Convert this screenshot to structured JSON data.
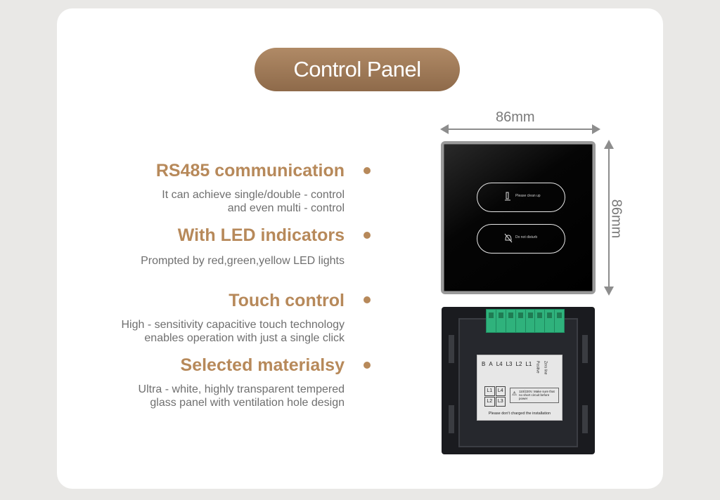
{
  "header": {
    "title": "Control Panel"
  },
  "features": [
    {
      "title": "RS485 communication",
      "desc": [
        "It can achieve single/double - control",
        "and even multi - control"
      ]
    },
    {
      "title": "With LED indicators",
      "desc": [
        "Prompted by red,green,yellow LED lights"
      ]
    },
    {
      "title": "Touch control",
      "desc": [
        "High - sensitivity capacitive touch technology",
        "enables operation with just a single click"
      ]
    },
    {
      "title": "Selected materialsy",
      "desc": [
        "Ultra - white, highly transparent tempered",
        "glass panel with ventilation hole design"
      ]
    }
  ],
  "dimensions": {
    "width": "86mm",
    "height": "86mm"
  },
  "panel": {
    "keys": [
      {
        "icon": "person-brush-icon",
        "label": "Please clean up"
      },
      {
        "icon": "bell-off-icon",
        "label": "Do not disturb"
      }
    ]
  },
  "back_label": {
    "columns": [
      "B",
      "A",
      "L4",
      "L3",
      "L2",
      "L1",
      "Positive",
      "Zero line"
    ],
    "loads": [
      "L1",
      "L4",
      "L2",
      "L3"
    ],
    "warning": "110/220V. Make sure that no short circuit before power",
    "note": "Please don't charged the installation"
  },
  "colors": {
    "accent": "#b7895a",
    "pill": "#9c7756",
    "card": "#ffffff",
    "background": "#e9e8e6"
  }
}
